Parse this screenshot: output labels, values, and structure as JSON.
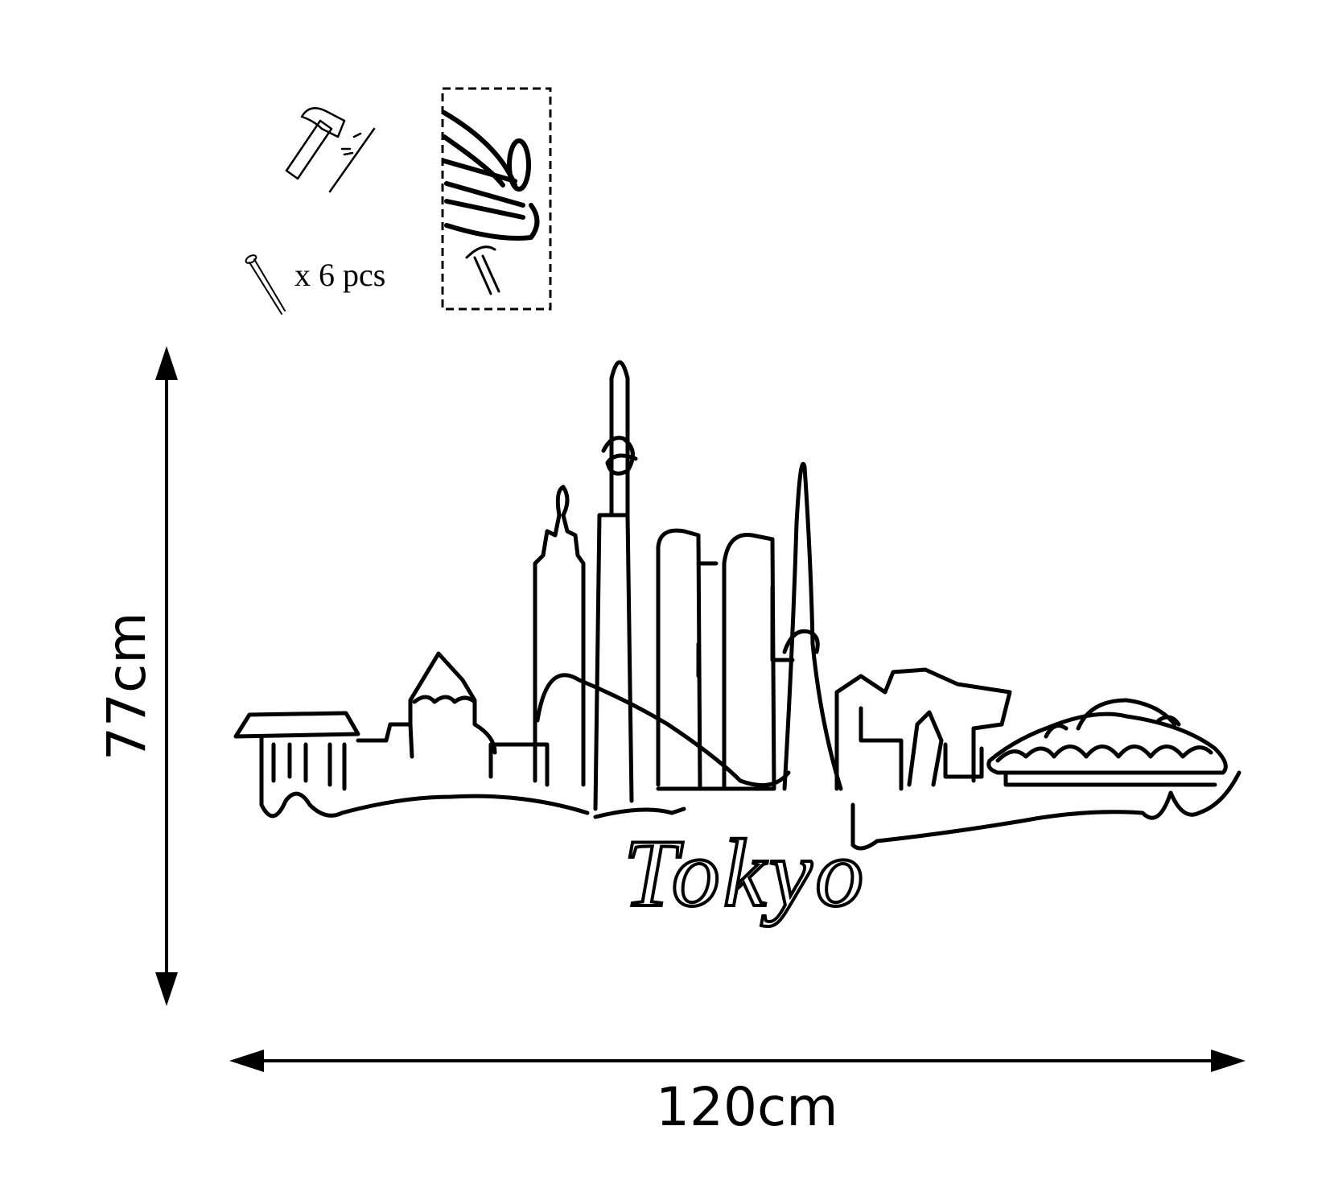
{
  "installation": {
    "nail_count_label": "x 6 pcs",
    "icons": [
      "hammer-icon",
      "nail-icon",
      "hanging-detail-icon"
    ]
  },
  "artwork": {
    "script_text": "Tokyo"
  },
  "dimensions": {
    "width": "120cm",
    "height": "77cm"
  }
}
